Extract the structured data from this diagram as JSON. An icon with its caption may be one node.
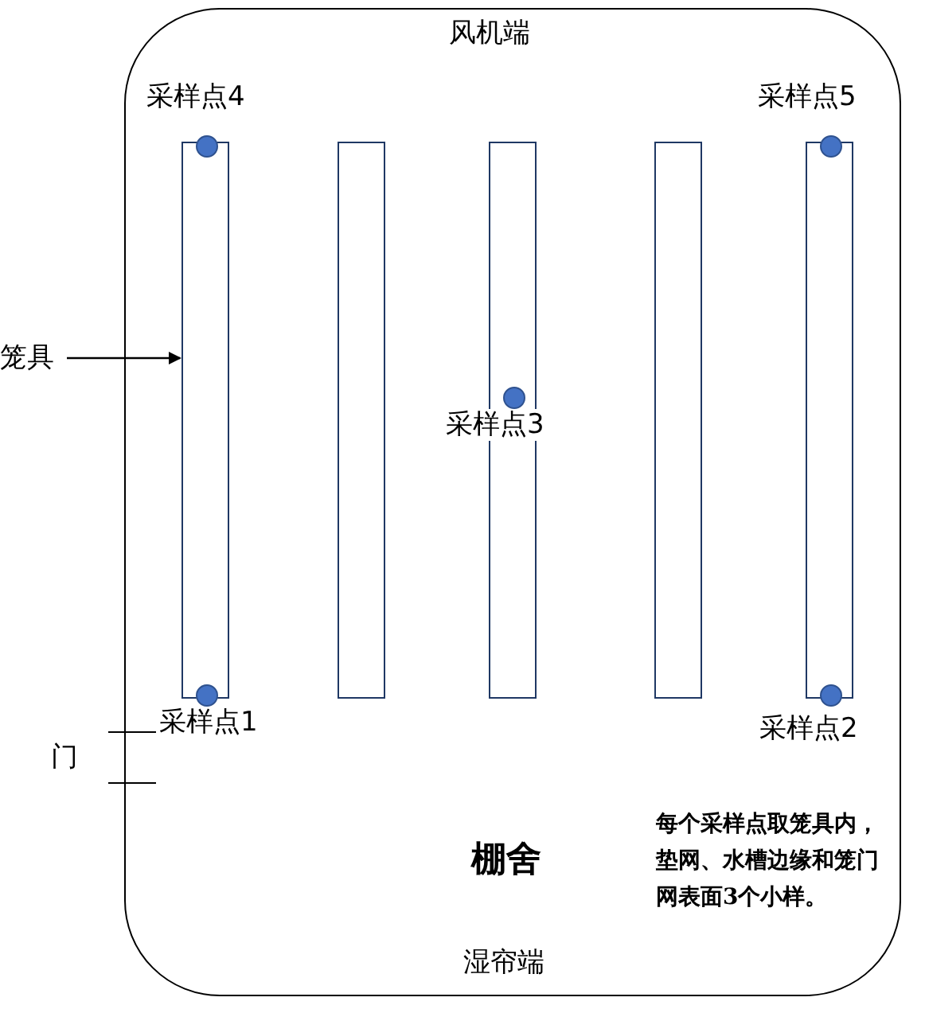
{
  "diagram": {
    "nodes": [
      {
        "text": [
          "棚舍"
        ]
      },
      {
        "text": [],
        "shape": "box",
        "in": 0
      },
      {
        "text": [],
        "shape": "box",
        "in": 0
      },
      {
        "text": [],
        "shape": "box",
        "in": 0
      },
      {
        "text": [],
        "shape": "box",
        "in": 0
      },
      {
        "text": [],
        "shape": "box",
        "in": 0
      },
      {
        "text": [
          "笼具"
        ]
      },
      {
        "text": [],
        "shape": "circle",
        "in": 1,
        "beside": [
          "采样点4"
        ]
      },
      {
        "text": [],
        "shape": "circle",
        "in": 5,
        "beside": [
          "采样点5"
        ]
      },
      {
        "text": [],
        "shape": "circle",
        "in": 3,
        "beside": [
          "采样点3"
        ]
      },
      {
        "text": [],
        "shape": "circle",
        "in": 1,
        "beside": [
          "采样点1"
        ]
      },
      {
        "text": [],
        "shape": "circle",
        "in": 5,
        "beside": [
          "采样点2"
        ]
      }
    ],
    "edges": [
      {
        "from": 6,
        "to": 1,
        "arrow": "to"
      }
    ],
    "labels": [
      "风机端",
      "门",
      "每个采样点取笼具内，垫网、水槽边缘和笼门网表面3个小样。",
      "湿帘端"
    ]
  }
}
